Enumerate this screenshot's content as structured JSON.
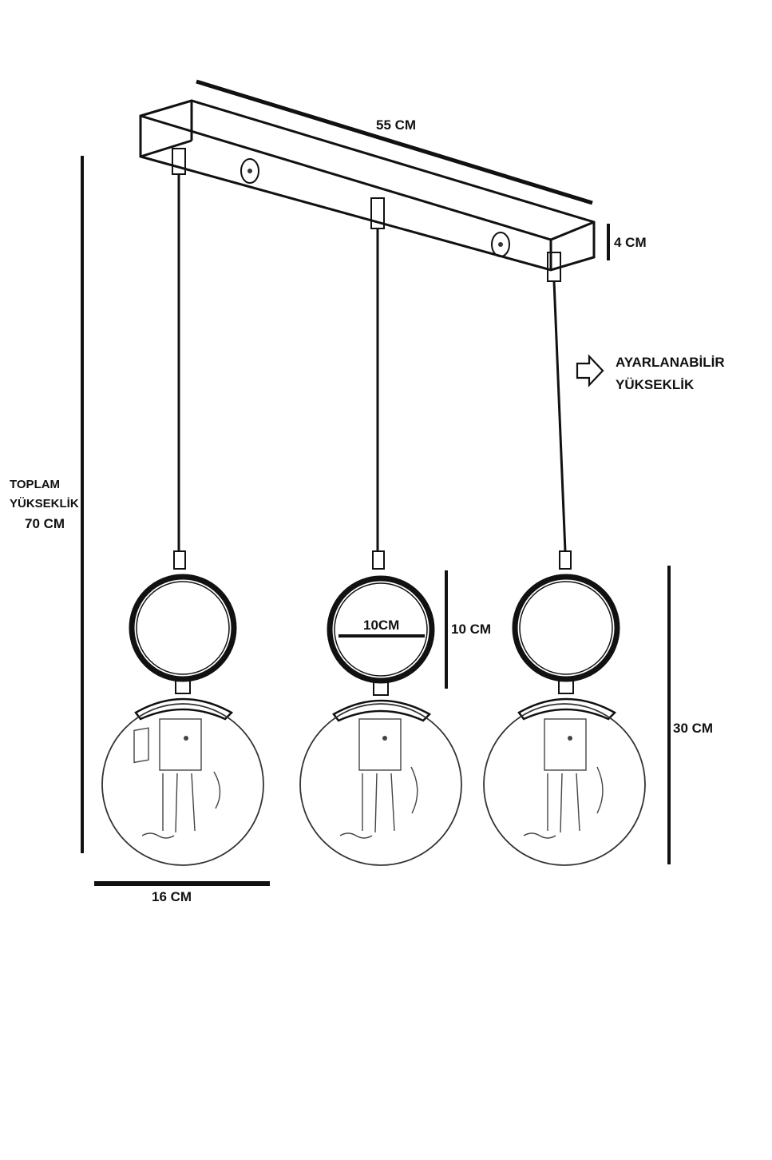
{
  "labels": {
    "width_bar": "55 CM",
    "bar_height": "4 CM",
    "adjustable_line1": "AYARLANABİLİR",
    "adjustable_line2": "YÜKSEKLİK",
    "total_line1": "TOPLAM",
    "total_line2": "YÜKSEKLİK",
    "total_line3": "70 CM",
    "ring_width": "10CM",
    "ring_height": "10 CM",
    "lamp_height": "30 CM",
    "globe_width": "16 CM"
  },
  "pendants": [
    {
      "name": "left-pendant"
    },
    {
      "name": "middle-pendant"
    },
    {
      "name": "right-pendant"
    }
  ],
  "colors": {
    "line": "#111111",
    "background": "#ffffff"
  }
}
